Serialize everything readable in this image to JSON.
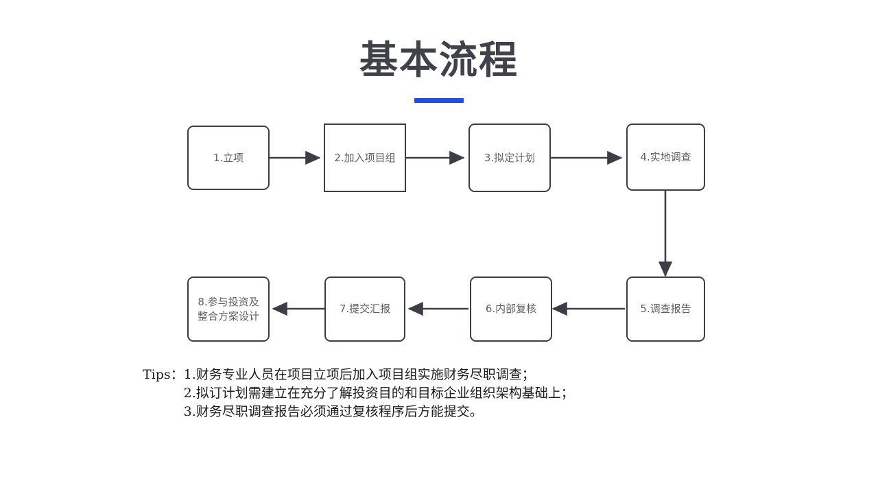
{
  "slide": {
    "title": "基本流程",
    "accent_color": "#1b4ef0",
    "title_color": "#3f4248",
    "background_color": "#ffffff",
    "line_color": "#3b3f45"
  },
  "diagram": {
    "type": "flowchart",
    "direction": "serpentine-left-to-right-then-right-to-left",
    "nodes": [
      {
        "id": "1",
        "label": "1.立项",
        "shape": "rounded",
        "row": 1,
        "col": 1
      },
      {
        "id": "2",
        "label": "2.加入项目组",
        "shape": "square",
        "row": 1,
        "col": 2
      },
      {
        "id": "3",
        "label": "3.拟定计划",
        "shape": "rounded",
        "row": 1,
        "col": 3
      },
      {
        "id": "4",
        "label": "4.实地调查",
        "shape": "rounded",
        "row": 1,
        "col": 4
      },
      {
        "id": "5",
        "label": "5.调查报告",
        "shape": "rounded",
        "row": 2,
        "col": 4
      },
      {
        "id": "6",
        "label": "6.内部复核",
        "shape": "rounded",
        "row": 2,
        "col": 3
      },
      {
        "id": "7",
        "label": "7.提交汇报",
        "shape": "rounded",
        "row": 2,
        "col": 2
      },
      {
        "id": "8",
        "label": "8.参与投资及\n整合方案设计",
        "shape": "rounded",
        "row": 2,
        "col": 1
      }
    ],
    "edges": [
      {
        "from": "1",
        "to": "2",
        "direction": "right"
      },
      {
        "from": "2",
        "to": "3",
        "direction": "right"
      },
      {
        "from": "3",
        "to": "4",
        "direction": "right"
      },
      {
        "from": "4",
        "to": "5",
        "direction": "down"
      },
      {
        "from": "5",
        "to": "6",
        "direction": "left"
      },
      {
        "from": "6",
        "to": "7",
        "direction": "left"
      },
      {
        "from": "7",
        "to": "8",
        "direction": "left"
      }
    ]
  },
  "tips": {
    "label": "Tips：",
    "items": [
      "1.财务专业人员在项目立项后加入项目组实施财务尽职调查；",
      "2.拟订计划需建立在充分了解投资目的和目标企业组织架构基础上；",
      "3.财务尽职调查报告必须通过复核程序后方能提交。"
    ]
  }
}
